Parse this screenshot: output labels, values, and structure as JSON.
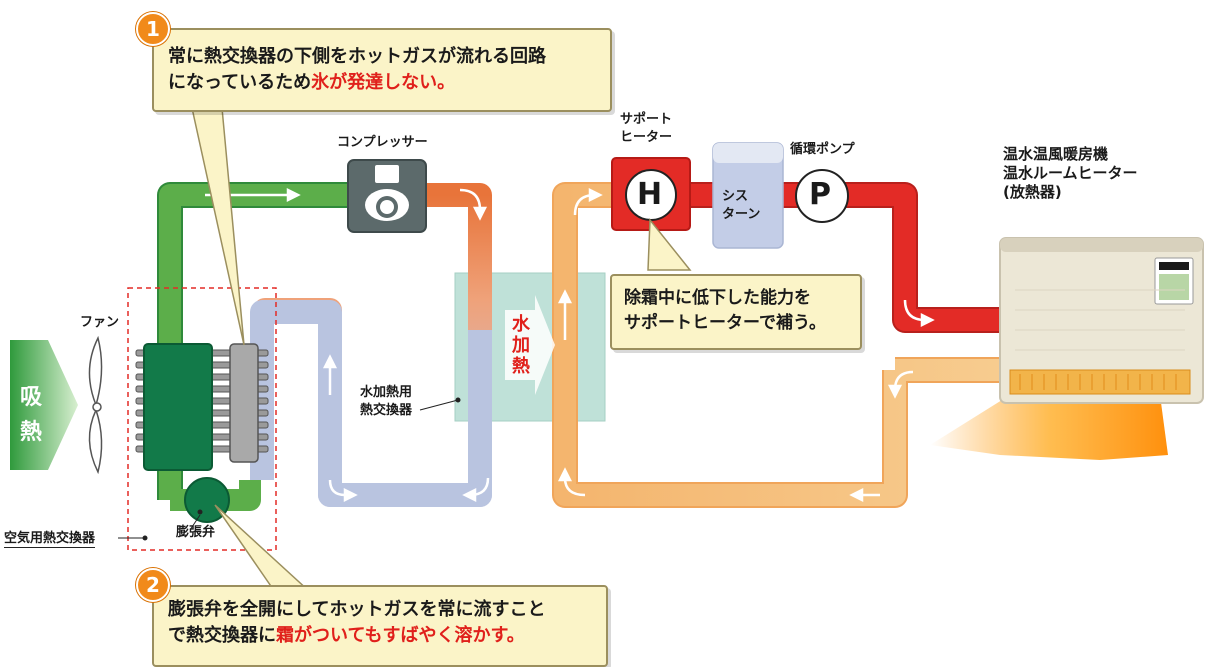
{
  "callout1": {
    "number": "1",
    "line1": "常に熱交換器の下側をホットガスが流れる回路",
    "line2_prefix": "になっているため",
    "line2_highlight": "氷が発達しない。"
  },
  "callout2": {
    "number": "2",
    "line1": "膨張弁を全開にしてホットガスを常に流すこと",
    "line2_prefix": "で熱交換器に",
    "line2_highlight": "霜がついてもすばやく溶かす。"
  },
  "callout_support": {
    "line1": "除霜中に低下した能力を",
    "line2": "サポートヒーターで補う。"
  },
  "labels": {
    "compressor": "コンプレッサー",
    "support_heater_1": "サポート",
    "support_heater_2": "ヒーター",
    "heater_symbol": "H",
    "cistern_1": "シス",
    "cistern_2": "ターン",
    "pump": "循環ポンプ",
    "pump_symbol": "P",
    "unit_1": "温水温風暖房機",
    "unit_2": "温水ルームヒーター",
    "unit_3": "(放熱器)",
    "fan": "ファン",
    "intake_1": "吸",
    "intake_2": "熱",
    "water_hx_1": "水加熱用",
    "water_hx_2": "熱交換器",
    "water_heat_1": "水",
    "water_heat_2": "加",
    "water_heat_3": "熱",
    "air_hx": "空気用熱交換器",
    "expansion_valve": "膨張弁"
  },
  "colors": {
    "green_pipe": "#5cae4a",
    "blue_pipe": "#b9c4e0",
    "orange_pipe": "#f2b06a",
    "red_pipe": "#e02a26",
    "callout_bg": "#fbf4c8",
    "highlight_red": "#e0201b",
    "badge_orange": "#f18a1a"
  }
}
